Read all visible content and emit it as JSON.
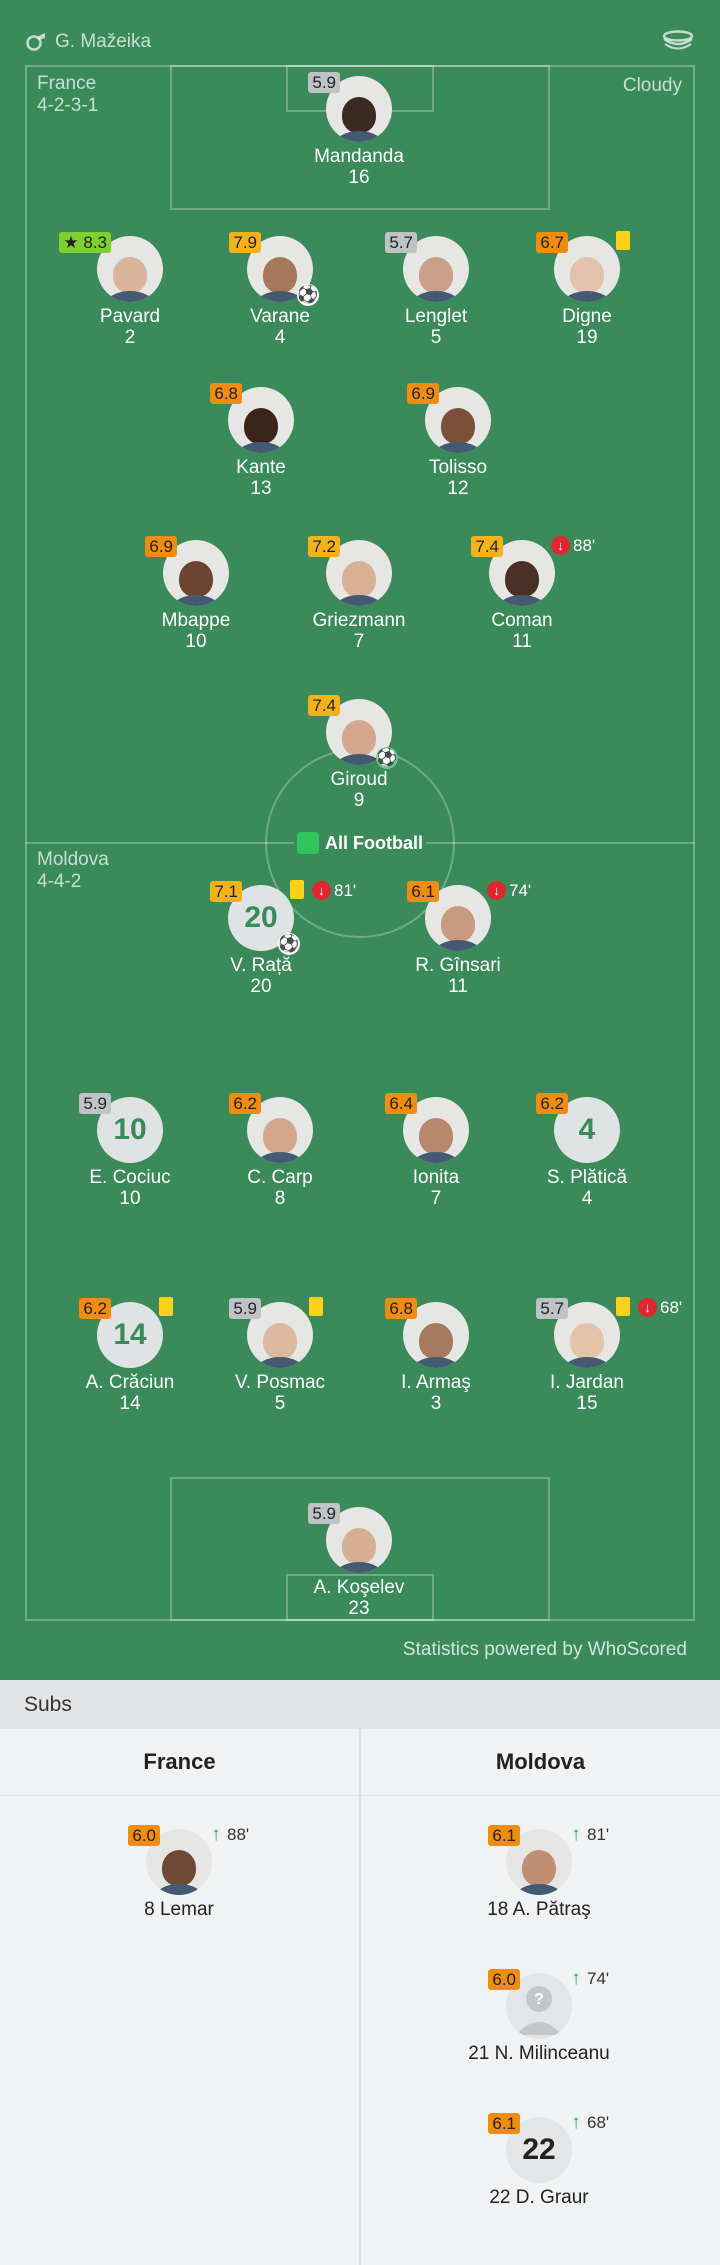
{
  "header": {
    "referee": "G. Mažeika",
    "weather": "Cloudy"
  },
  "home": {
    "team": "France",
    "formation": "4-2-3-1",
    "players": [
      {
        "name": "Mandanda",
        "number": "16",
        "rating": "5.9"
      },
      {
        "name": "Pavard",
        "number": "2",
        "rating": "8.3",
        "motm": "★"
      },
      {
        "name": "Varane",
        "number": "4",
        "rating": "7.9",
        "goal": "⚽"
      },
      {
        "name": "Lenglet",
        "number": "5",
        "rating": "5.7"
      },
      {
        "name": "Digne",
        "number": "19",
        "rating": "6.7"
      },
      {
        "name": "Kante",
        "number": "13",
        "rating": "6.8"
      },
      {
        "name": "Tolisso",
        "number": "12",
        "rating": "6.9"
      },
      {
        "name": "Mbappe",
        "number": "10",
        "rating": "6.9"
      },
      {
        "name": "Griezmann",
        "number": "7",
        "rating": "7.2"
      },
      {
        "name": "Coman",
        "number": "11",
        "rating": "7.4",
        "sub_out": "88'"
      },
      {
        "name": "Giroud",
        "number": "9",
        "rating": "7.4",
        "goal": "⚽"
      }
    ]
  },
  "center": {
    "brand": "All Football"
  },
  "away": {
    "team": "Moldova",
    "formation": "4-4-2",
    "players": [
      {
        "name": "V. Rață",
        "number": "20",
        "rating": "7.1",
        "sub_out": "81'",
        "goal": "⚽"
      },
      {
        "name": "R. Gînsari",
        "number": "11",
        "rating": "6.1",
        "sub_out": "74'"
      },
      {
        "name": "E. Cociuc",
        "number": "10",
        "rating": "5.9"
      },
      {
        "name": "C. Carp",
        "number": "8",
        "rating": "6.2"
      },
      {
        "name": "Ionita",
        "number": "7",
        "rating": "6.4"
      },
      {
        "name": "S. Plătică",
        "number": "4",
        "rating": "6.2"
      },
      {
        "name": "A. Crăciun",
        "number": "14",
        "rating": "6.2"
      },
      {
        "name": "V. Posmac",
        "number": "5",
        "rating": "5.9"
      },
      {
        "name": "I. Armaş",
        "number": "3",
        "rating": "6.8"
      },
      {
        "name": "I. Jardan",
        "number": "15",
        "rating": "5.7",
        "sub_out": "68'"
      },
      {
        "name": "A. Koşelev",
        "number": "23",
        "rating": "5.9"
      }
    ]
  },
  "footer": {
    "powered": "Statistics powered by WhoScored"
  },
  "subs": {
    "title": "Subs",
    "home_title": "France",
    "away_title": "Moldova",
    "home": [
      {
        "label": "8 Lemar",
        "rating": "6.0",
        "time": "88'"
      }
    ],
    "away": [
      {
        "label": "18 A. Pătraş",
        "rating": "6.1",
        "time": "81'"
      },
      {
        "label": "21 N. Milinceanu",
        "rating": "6.0",
        "time": "74'"
      },
      {
        "label": "22 D. Graur",
        "rating": "6.1",
        "time": "68'",
        "number": "22"
      }
    ]
  },
  "icons": {
    "referee": "whistle-icon",
    "stadium": "stadium-icon",
    "sub_out": "arrow-down-icon",
    "sub_in": "arrow-up-icon",
    "goal": "ball-icon",
    "card": "yellow-card-icon",
    "unknown": "person-placeholder-icon"
  },
  "colors": {
    "pitch": "#3a8a5a",
    "rating_yellow": "#f4b21a",
    "rating_orange": "#f08c0f",
    "rating_grey": "#bfc3c6",
    "rating_best": "#7fcf2f",
    "sub_out": "#e0262e",
    "sub_in": "#2fa24a",
    "yellow_card": "#ffd21a"
  }
}
